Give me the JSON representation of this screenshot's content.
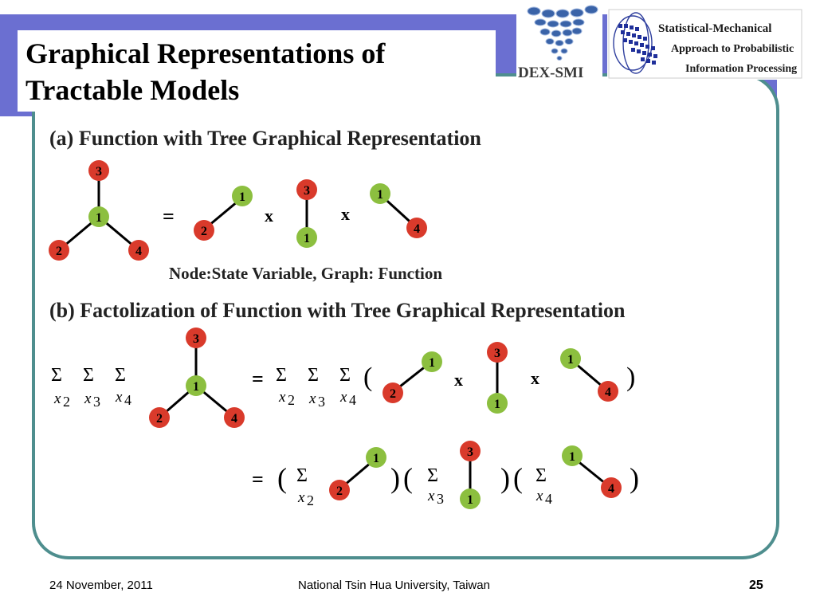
{
  "slide": {
    "title": "Graphical Representations of\nTractable Models",
    "section_a": "(a) Function with Tree Graphical Representation",
    "caption_a": "Node:State Variable, Graph: Function",
    "section_b": "(b) Factolization of Function with Tree Graphical Representation"
  },
  "logos": {
    "dex_smi": "DEX-SMI",
    "smapip_line1": "Statistical-Mechanical",
    "smapip_line2": "Approach to Probabilistic",
    "smapip_line3": "Information Processing"
  },
  "nodes": {
    "n1": "1",
    "n2": "2",
    "n3": "3",
    "n4": "4"
  },
  "math": {
    "equals": "=",
    "times": "x",
    "sum": "Σ",
    "var_x": "x",
    "sub2": "2",
    "sub3": "3",
    "sub4": "4",
    "lparen": "(",
    "rparen": ")"
  },
  "colors": {
    "red_node": "#d93a2b",
    "green_node": "#8cbf3f",
    "header": "#6b6fd1",
    "frame": "#4e8e8e"
  },
  "footer": {
    "date": "24 November, 2011",
    "institution": "National Tsin Hua University, Taiwan",
    "page": "25"
  }
}
